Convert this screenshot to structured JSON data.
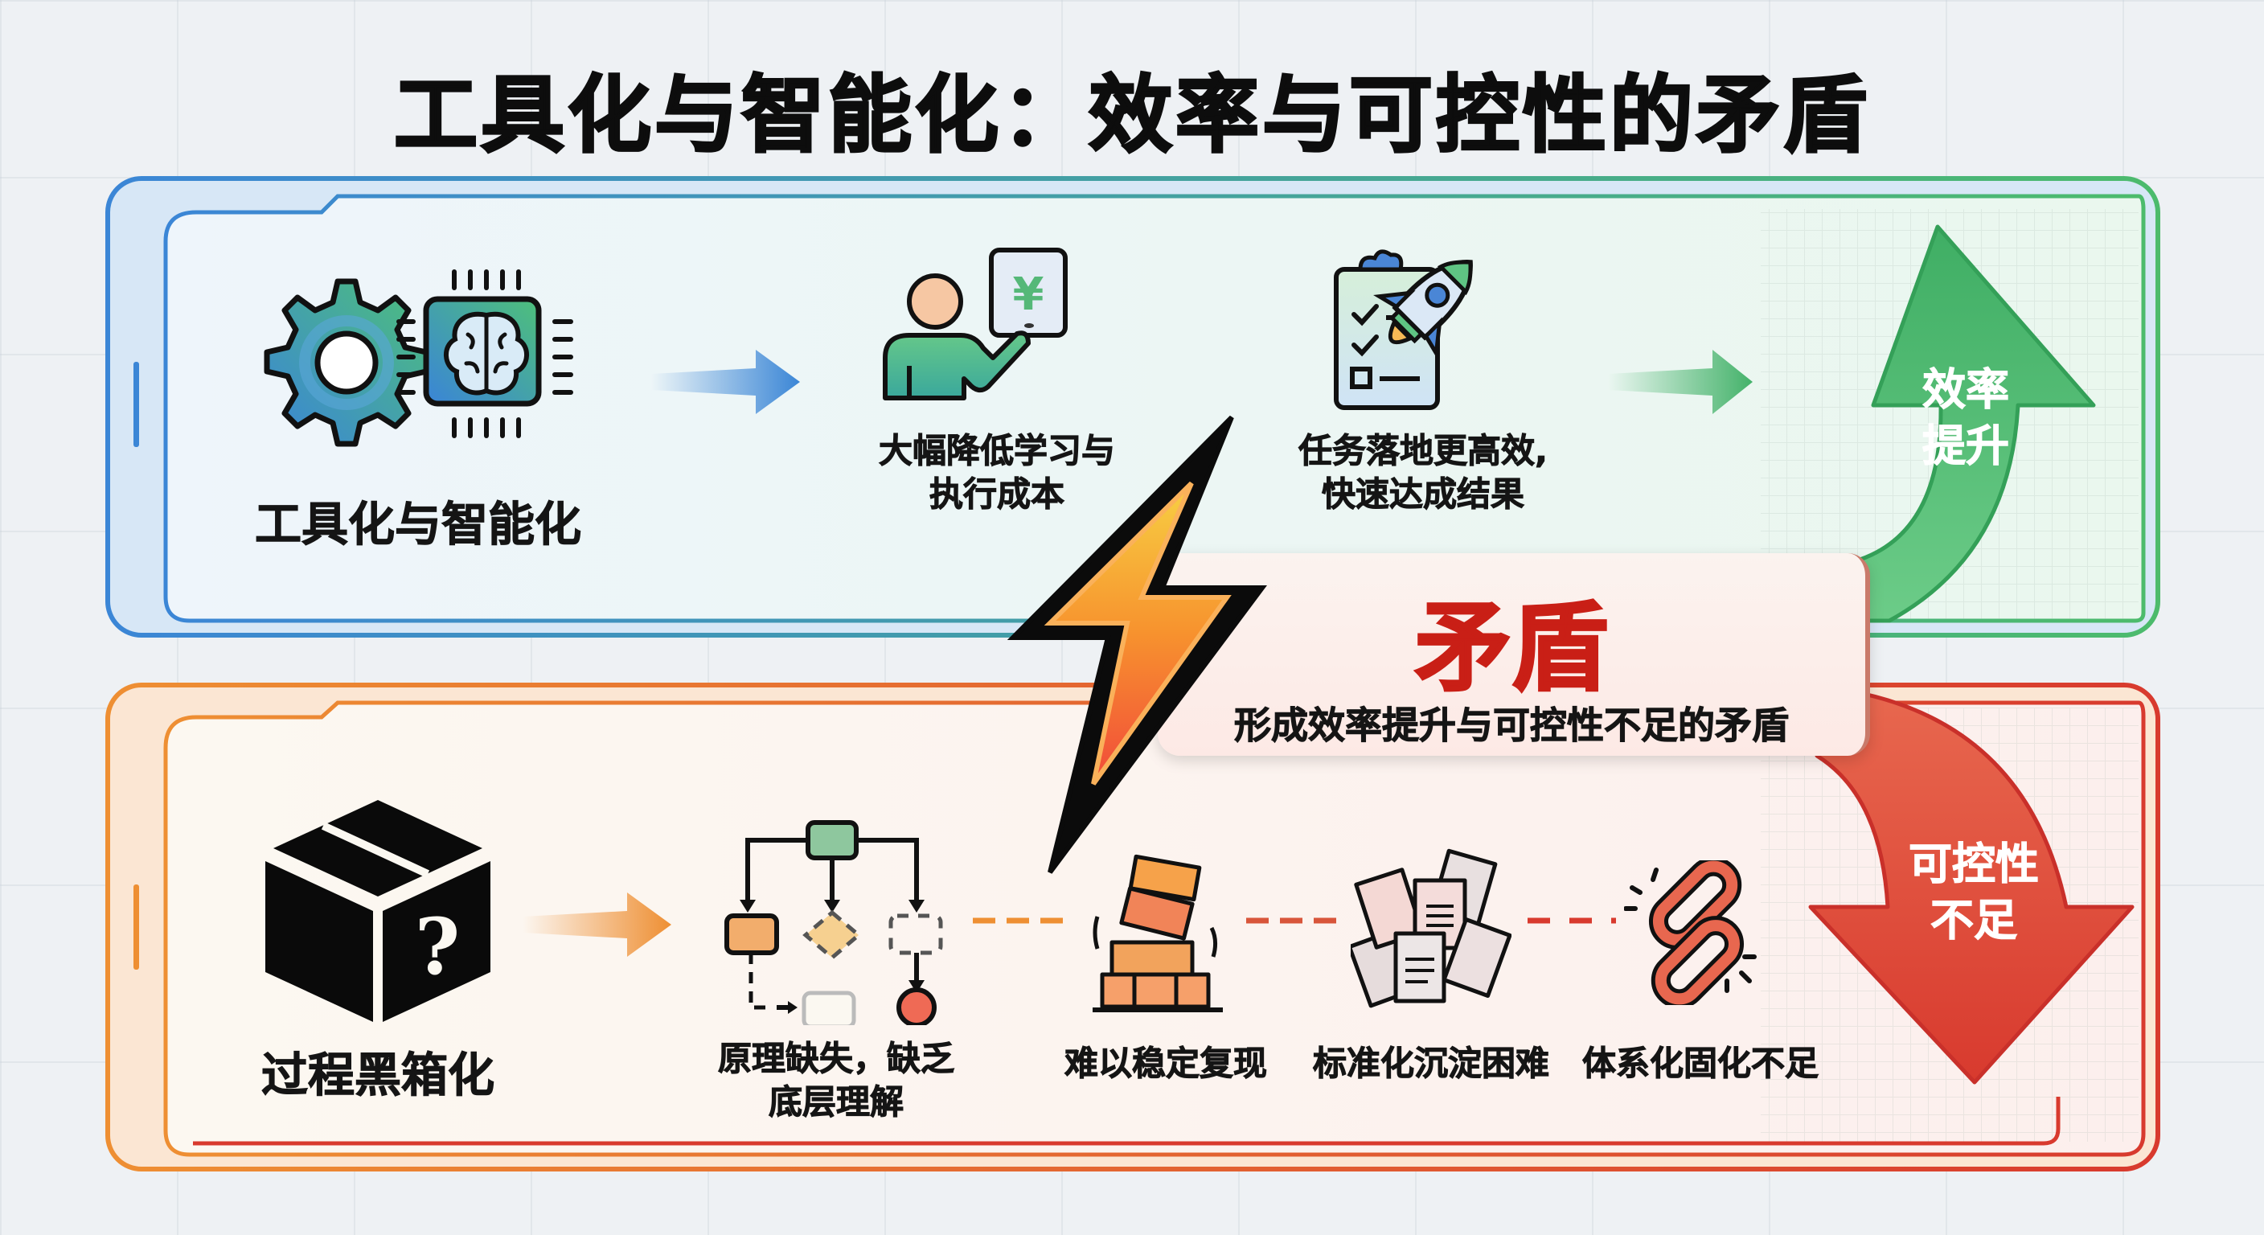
{
  "title": "工具化与智能化：效率与可控性的矛盾",
  "colors": {
    "efficiency_blue": "#3b86d6",
    "efficiency_green": "#44b26a",
    "control_orange": "#ee8f33",
    "control_red": "#d83a2e",
    "conflict_red": "#c91f16"
  },
  "top_panel": {
    "source": {
      "icon": "gear-brain-chip-icon",
      "label": "工具化与智能化"
    },
    "steps": [
      {
        "icon": "person-yuan-tablet-icon",
        "label_line1": "大幅降低学习与",
        "label_line2": "执行成本"
      },
      {
        "icon": "clipboard-rocket-icon",
        "label_line1": "任务落地更高效,",
        "label_line2": "快速达成结果"
      }
    ],
    "outcome": {
      "icon": "arrow-up-icon",
      "label_line1": "效率",
      "label_line2": "提升"
    }
  },
  "bottom_panel": {
    "source": {
      "icon": "black-box-question-icon",
      "label": "过程黑箱化"
    },
    "steps": [
      {
        "icon": "flowchart-icon",
        "label_line1": "原理缺失，缺乏",
        "label_line2": "底层理解"
      },
      {
        "icon": "unstable-blocks-icon",
        "label_line1": "难以稳定复现"
      },
      {
        "icon": "scattered-documents-icon",
        "label_line1": "标准化沉淀困难"
      },
      {
        "icon": "broken-chain-icon",
        "label_line1": "体系化固化不足"
      }
    ],
    "outcome": {
      "icon": "arrow-down-icon",
      "label_line1": "可控性",
      "label_line2": "不足"
    }
  },
  "conflict": {
    "icon": "lightning-bolt-icon",
    "title": "矛盾",
    "subtitle": "形成效率提升与可控性不足的矛盾"
  }
}
